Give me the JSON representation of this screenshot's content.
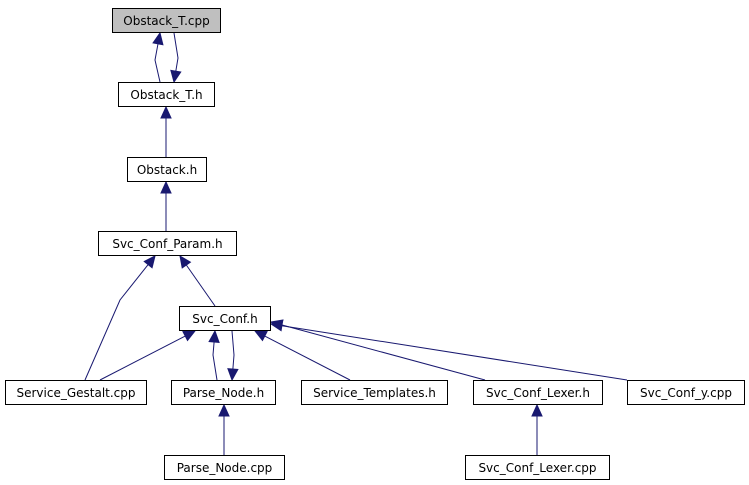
{
  "diagram": {
    "type": "include-dependency-graph",
    "edge_color": "#191970",
    "root_fill": "#bfbfbf",
    "nodes": [
      {
        "id": "obstack_t_cpp",
        "label": "Obstack_T.cpp",
        "root": true
      },
      {
        "id": "obstack_t_h",
        "label": "Obstack_T.h"
      },
      {
        "id": "obstack_h",
        "label": "Obstack.h"
      },
      {
        "id": "svc_conf_param_h",
        "label": "Svc_Conf_Param.h"
      },
      {
        "id": "svc_conf_h",
        "label": "Svc_Conf.h"
      },
      {
        "id": "service_gestalt_cpp",
        "label": "Service_Gestalt.cpp"
      },
      {
        "id": "parse_node_h",
        "label": "Parse_Node.h"
      },
      {
        "id": "service_templates_h",
        "label": "Service_Templates.h"
      },
      {
        "id": "svc_conf_lexer_h",
        "label": "Svc_Conf_Lexer.h"
      },
      {
        "id": "svc_conf_y_cpp",
        "label": "Svc_Conf_y.cpp"
      },
      {
        "id": "parse_node_cpp",
        "label": "Parse_Node.cpp"
      },
      {
        "id": "svc_conf_lexer_cpp",
        "label": "Svc_Conf_Lexer.cpp"
      }
    ],
    "edges": [
      {
        "from": "obstack_t_h",
        "to": "obstack_t_cpp"
      },
      {
        "from": "obstack_t_cpp",
        "to": "obstack_t_h"
      },
      {
        "from": "obstack_h",
        "to": "obstack_t_h"
      },
      {
        "from": "svc_conf_param_h",
        "to": "obstack_h"
      },
      {
        "from": "service_gestalt_cpp",
        "to": "svc_conf_param_h"
      },
      {
        "from": "svc_conf_h",
        "to": "svc_conf_param_h"
      },
      {
        "from": "service_gestalt_cpp",
        "to": "svc_conf_h"
      },
      {
        "from": "parse_node_h",
        "to": "svc_conf_h"
      },
      {
        "from": "svc_conf_h",
        "to": "parse_node_h"
      },
      {
        "from": "service_templates_h",
        "to": "svc_conf_h"
      },
      {
        "from": "svc_conf_lexer_h",
        "to": "svc_conf_h"
      },
      {
        "from": "svc_conf_y_cpp",
        "to": "svc_conf_h"
      },
      {
        "from": "parse_node_cpp",
        "to": "parse_node_h"
      },
      {
        "from": "svc_conf_lexer_cpp",
        "to": "svc_conf_lexer_h"
      }
    ]
  }
}
